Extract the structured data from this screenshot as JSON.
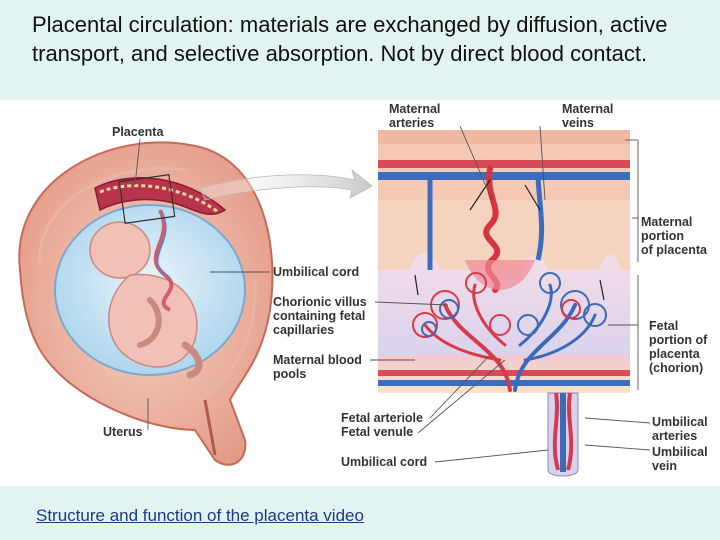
{
  "title": "Placental circulation: materials are exchanged by diffusion, active transport, and selective absorption.  Not by direct blood contact.",
  "figure": {
    "labels": {
      "placenta": "Placenta",
      "maternal_arteries_1": "Maternal",
      "maternal_arteries_2": "arteries",
      "maternal_veins_1": "Maternal",
      "maternal_veins_2": "veins",
      "maternal_portion_1": "Maternal",
      "maternal_portion_2": "portion",
      "maternal_portion_3": "of placenta",
      "umbilical_cord_left": "Umbilical cord",
      "chorionic_villus_1": "Chorionic villus",
      "chorionic_villus_2": "containing fetal",
      "chorionic_villus_3": "capillaries",
      "maternal_blood_1": "Maternal blood",
      "maternal_blood_2": "pools",
      "fetal_portion_1": "Fetal",
      "fetal_portion_2": "portion of",
      "fetal_portion_3": "placenta",
      "fetal_portion_4": "(chorion)",
      "uterus": "Uterus",
      "fetal_arteriole": "Fetal arteriole",
      "fetal_venule": "Fetal venule",
      "umbilical_cord_bottom": "Umbilical cord",
      "umbilical_arteries_1": "Umbilical",
      "umbilical_arteries_2": "arteries",
      "umbilical_vein_1": "Umbilical",
      "umbilical_vein_2": "vein"
    }
  },
  "footer": {
    "link_text": "Structure and function of the placenta video"
  },
  "colors": {
    "background": "#e3f3f1",
    "maternal_blood": "#d83a4a",
    "fetal_blood": "#3a6ab8",
    "link": "#1a3a8a"
  }
}
